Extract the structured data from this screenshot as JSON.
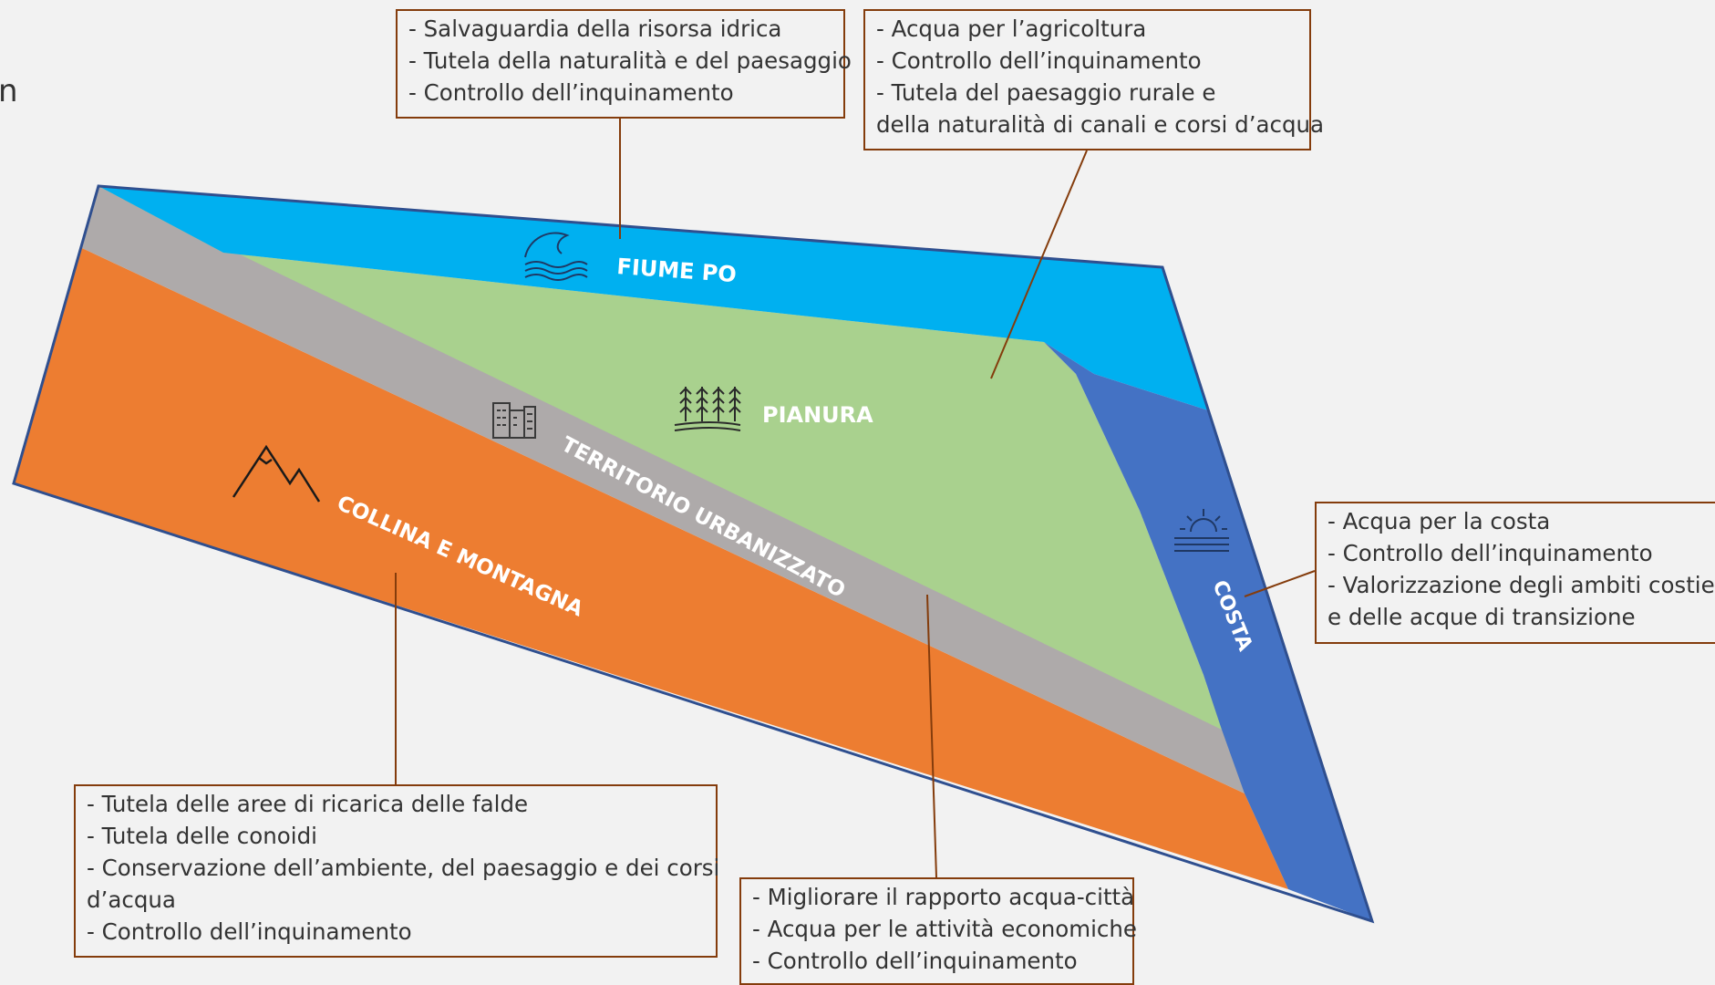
{
  "corner_text": "n",
  "zones": {
    "fiume_po": "FIUME PO",
    "pianura": "PIANURA",
    "territorio_urbanizzato": "TERRITORIO URBANIZZATO",
    "collina_e_montagna": "COLLINA E MONTAGNA",
    "costa": "COSTA"
  },
  "boxes": {
    "fiume_po": [
      "- Salvaguardia della risorsa idrica",
      "- Tutela della naturalità e del paesaggio",
      "- Controllo dell’inquinamento"
    ],
    "pianura": [
      "- Acqua per l’agricoltura",
      "- Controllo dell’inquinamento",
      "- Tutela del paesaggio rurale e",
      "della naturalità di canali e corsi d’acqua"
    ],
    "costa": [
      "- Acqua per la costa",
      "- Controllo dell’inquinamento",
      "- Valorizzazione degli ambiti costieri",
      "e delle acque di transizione"
    ],
    "collina": [
      "- Tutela delle aree di ricarica delle falde",
      "- Tutela delle conoidi",
      "- Conservazione dell’ambiente, del paesaggio e dei corsi",
      "d’acqua",
      "- Controllo dell’inquinamento"
    ],
    "urbanizzato": [
      "- Migliorare il rapporto acqua-città",
      "- Acqua per le attività economiche",
      "- Controllo dell’inquinamento"
    ]
  },
  "colors": {
    "river": "#00b0f0",
    "coast": "#4472c4",
    "plain": "#a9d18e",
    "urban": "#aeaaaa",
    "hills": "#ed7d31",
    "border": "#2f4f8f",
    "connector": "#843c0c"
  },
  "icons": [
    "wave-icon",
    "wheat-field-icon",
    "buildings-icon",
    "mountains-icon",
    "sunset-sea-icon"
  ]
}
